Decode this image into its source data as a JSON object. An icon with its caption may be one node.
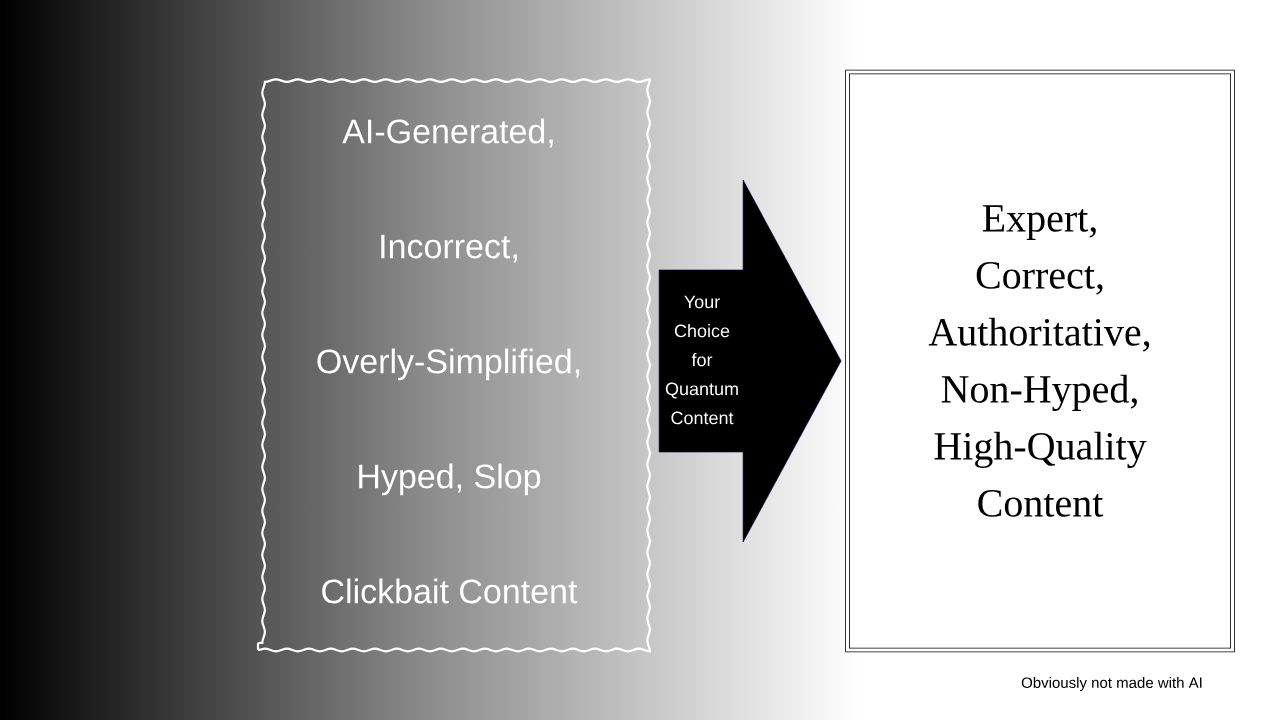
{
  "diagram": {
    "nodes": [
      {
        "text": [
          "AI-Generated,",
          "Incorrect,",
          "Overly-Simplified,",
          "Hyped, Slop",
          "Clickbait Content"
        ]
      },
      {
        "text": [
          "Expert,",
          "Correct,",
          "Authoritative,",
          "Non-Hyped,",
          "High-Quality",
          "Content"
        ]
      }
    ],
    "edges": [
      {
        "from": 0,
        "to": 1,
        "arrow": "to",
        "label": "Your Choice for Quantum Content"
      }
    ],
    "labels": [
      "Obviously not made with AI"
    ]
  }
}
